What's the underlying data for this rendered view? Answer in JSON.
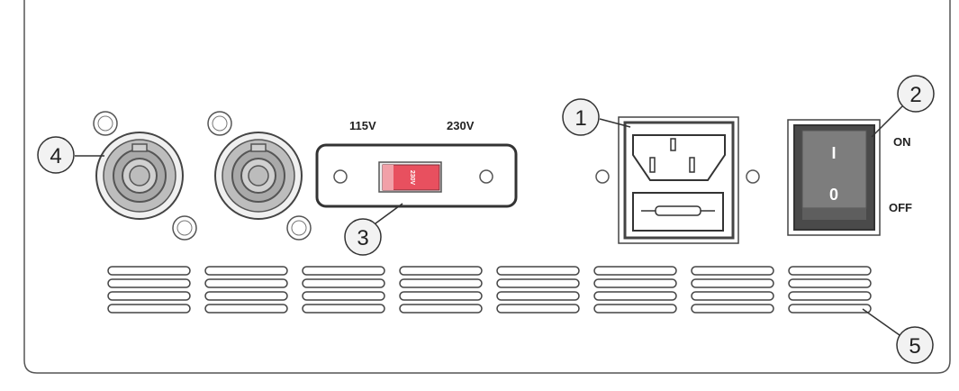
{
  "callouts": [
    "1",
    "2",
    "3",
    "4",
    "5"
  ],
  "voltage_selector": {
    "label_left": "115V",
    "label_right": "230V",
    "slider_text": "230V",
    "slider_color": "#e8505f"
  },
  "power_switch": {
    "on_label": "ON",
    "off_label": "OFF",
    "on_symbol": "I",
    "off_symbol": "0",
    "body_color": "#4a4a4a"
  },
  "vents": {
    "columns": 8,
    "rows": 4
  }
}
